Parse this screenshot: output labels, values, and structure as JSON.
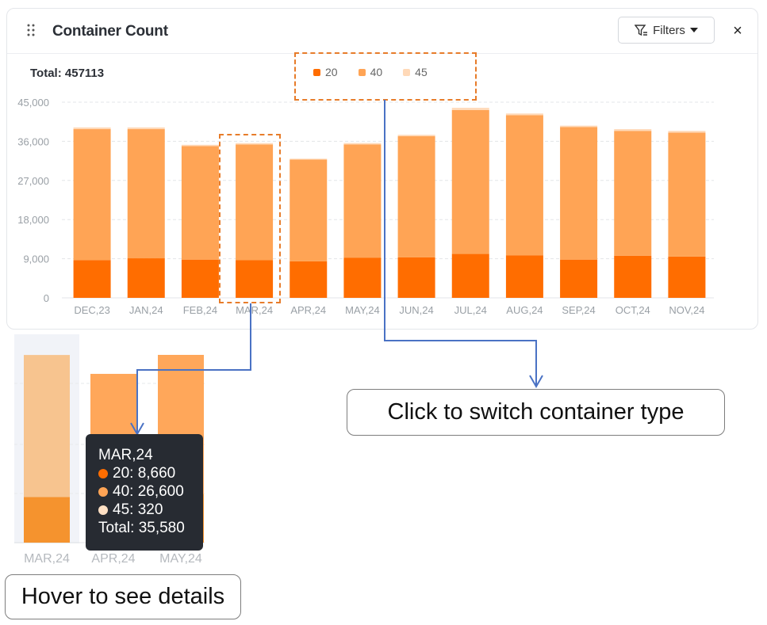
{
  "widget": {
    "title": "Container Count",
    "filters_label": "Filters",
    "close_label": "×",
    "total_text": "Total: 457113"
  },
  "legend": [
    {
      "label": "20",
      "color": "#ff6d00"
    },
    {
      "label": "40",
      "color": "#ffa455"
    },
    {
      "label": "45",
      "color": "#ffd9b8"
    }
  ],
  "chart_data": {
    "type": "bar",
    "stacked": true,
    "categories": [
      "DEC,23",
      "JAN,24",
      "FEB,24",
      "MAR,24",
      "APR,24",
      "MAY,24",
      "JUN,24",
      "JUL,24",
      "AUG,24",
      "SEP,24",
      "OCT,24",
      "NOV,24"
    ],
    "series": [
      {
        "name": "20",
        "color": "#ff6d00",
        "values": [
          8700,
          9100,
          8800,
          8660,
          8400,
          9200,
          9300,
          10100,
          9800,
          8800,
          9700,
          9500
        ]
      },
      {
        "name": "40",
        "color": "#ffa455",
        "values": [
          30100,
          29700,
          26100,
          26600,
          23400,
          26100,
          27900,
          33100,
          32200,
          30500,
          28700,
          28500
        ]
      },
      {
        "name": "45",
        "color": "#ffd9b8",
        "values": [
          400,
          400,
          300,
          320,
          200,
          300,
          300,
          500,
          400,
          300,
          400,
          400
        ]
      }
    ],
    "yticks": [
      "0",
      "9,000",
      "18,000",
      "27,000",
      "36,000",
      "45,000"
    ],
    "ylim": [
      0,
      45000
    ],
    "grid": true,
    "legend_position": "top-center"
  },
  "zoom_view": {
    "categories": [
      "MAR,24",
      "APR,24",
      "MAY,24"
    ],
    "bar_colors": {
      "bottom": "#f5932e",
      "middle": "#ffa75a",
      "top_highlight": "#f7c48f"
    }
  },
  "tooltip": {
    "title": "MAR,24",
    "rows": [
      {
        "text": "20: 8,660",
        "color": "#ff6d00"
      },
      {
        "text": "40: 26,600",
        "color": "#ffa455"
      },
      {
        "text": "45: 320",
        "color": "#ffe0c4"
      }
    ],
    "total": "Total: 35,580"
  },
  "annotations": {
    "switch_callout": "Click to switch container type",
    "hover_callout": "Hover to see details",
    "dash_color": "#e77c2a",
    "arrow_color": "#4a72c4"
  }
}
